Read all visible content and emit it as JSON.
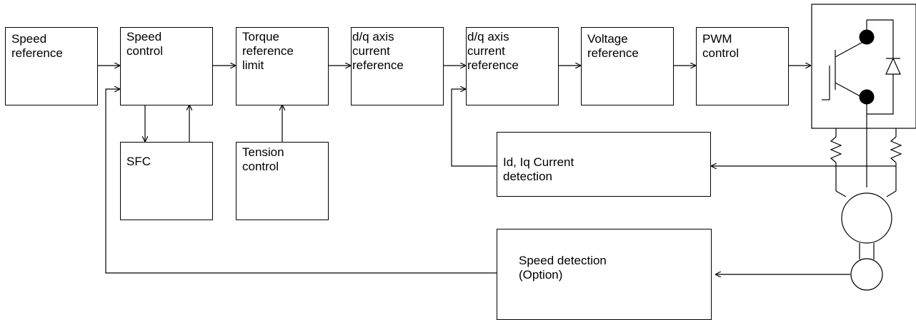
{
  "blocks": {
    "speed_reference": "Speed\nreference",
    "speed_control": "Speed\ncontrol",
    "torque_reference_limit": "Torque\nreference\nlimit",
    "dq_current_reference_1": "d/q axis\ncurrent\nreference",
    "dq_current_reference_2": "d/q axis\ncurrent\nreference",
    "voltage_reference": "Voltage\nreference",
    "pwm_control": "PWM\ncontrol",
    "sfc": "SFC",
    "tension_control": "Tension\ncontrol",
    "current_detection": "Id, Iq Current\ndetection",
    "speed_detection": "Speed detection\n(Option)"
  }
}
